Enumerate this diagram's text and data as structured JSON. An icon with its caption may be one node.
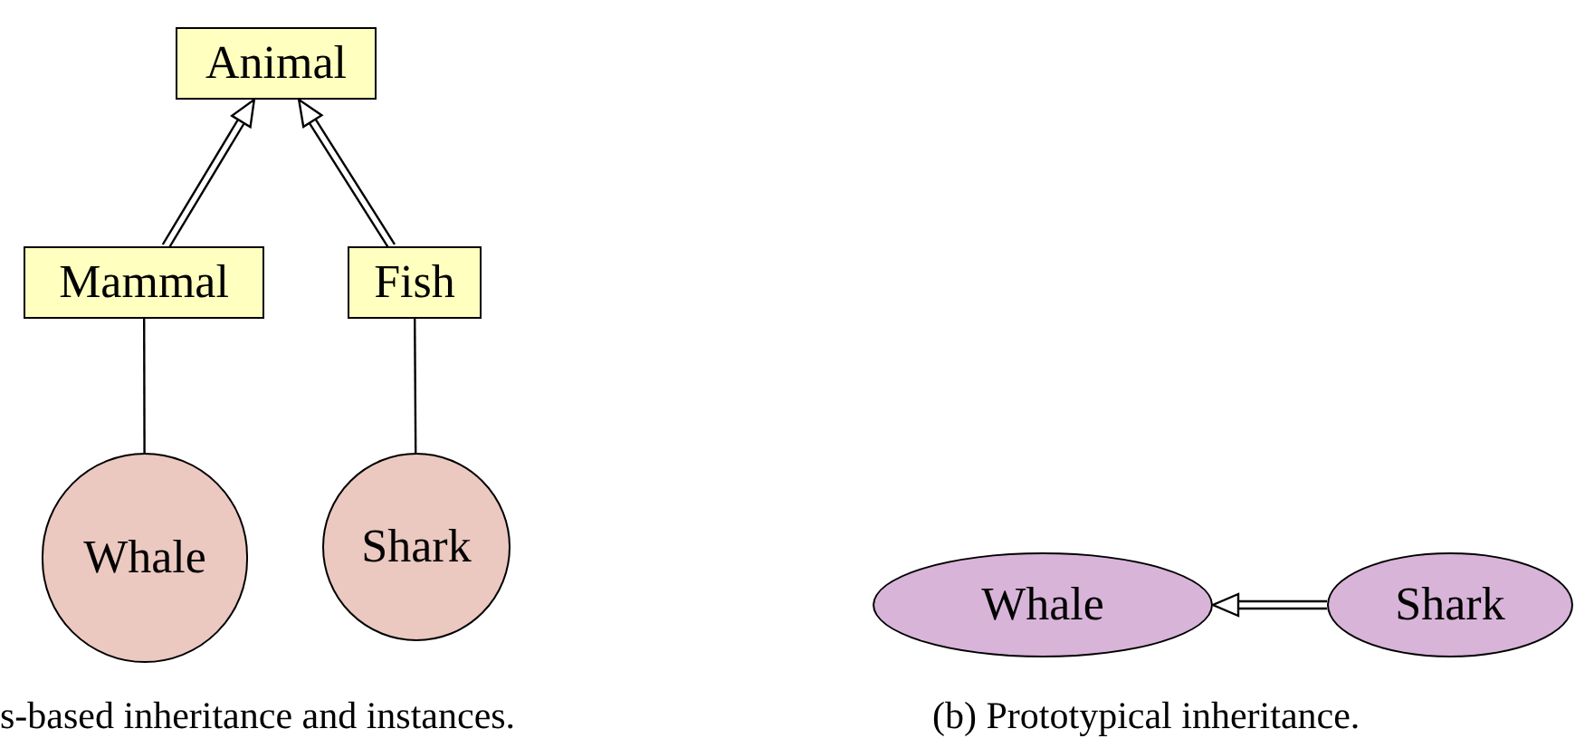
{
  "diagram": {
    "nodes": [
      {
        "text": [
          "Animal"
        ]
      },
      {
        "text": [
          "Mammal"
        ]
      },
      {
        "text": [
          "Fish"
        ]
      },
      {
        "text": [
          "Whale"
        ]
      },
      {
        "text": [
          "Shark"
        ]
      },
      {
        "text": [
          "Whale"
        ]
      },
      {
        "text": [
          "Shark"
        ]
      }
    ],
    "edges": [
      {
        "from": 1,
        "to": 0,
        "arrow": "to"
      },
      {
        "from": 2,
        "to": 0,
        "arrow": "to"
      },
      {
        "from": 3,
        "to": 1,
        "arrow": "none"
      },
      {
        "from": 4,
        "to": 2,
        "arrow": "none"
      },
      {
        "from": 6,
        "to": 5,
        "arrow": "to"
      }
    ],
    "labels": [
      "s-based inheritance and instances.",
      "(b) Prototypical inheritance."
    ]
  }
}
